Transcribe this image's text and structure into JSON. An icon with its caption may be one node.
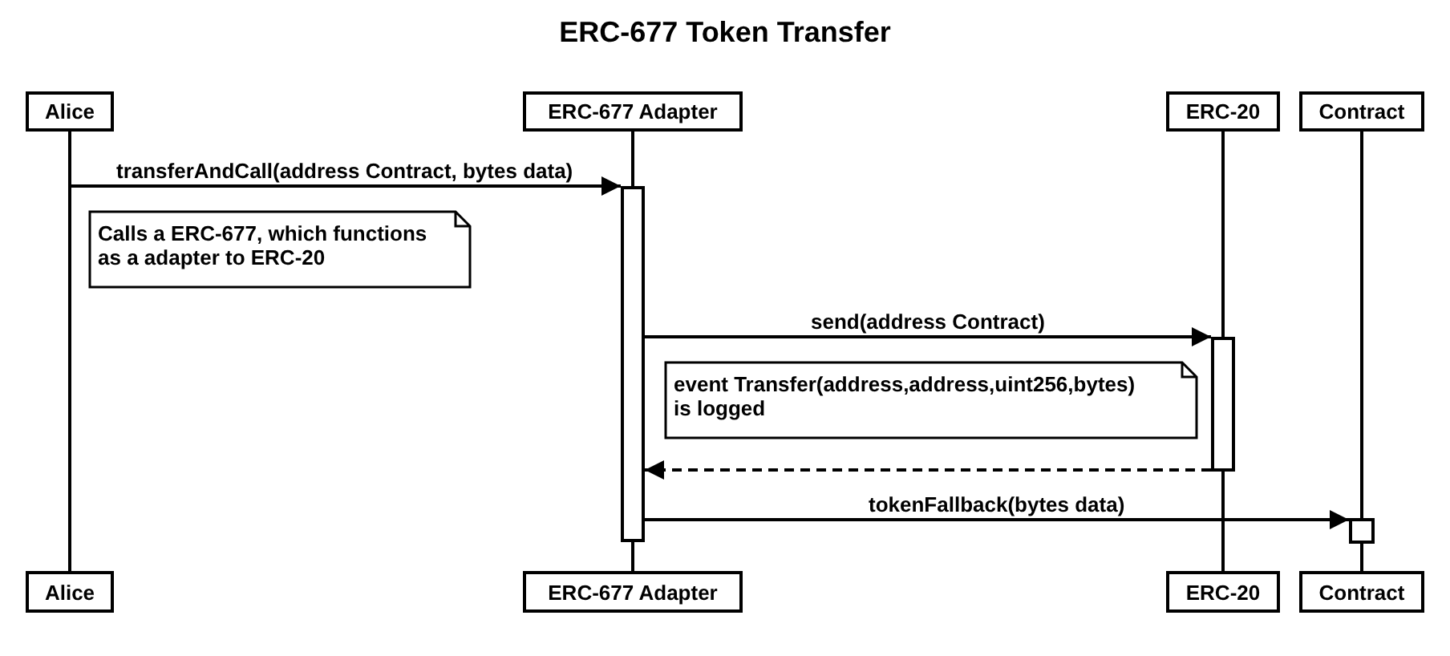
{
  "diagram": {
    "title": "ERC-677 Token Transfer",
    "nodes": [
      {
        "text": [
          "Alice"
        ]
      },
      {
        "text": [
          "ERC-677 Adapter"
        ]
      },
      {
        "text": [
          "ERC-20"
        ]
      },
      {
        "text": [
          "Contract"
        ]
      },
      {
        "text": [],
        "shape": "bar"
      },
      {
        "text": [
          "Calls a ERC-677, which functions as a adapter to ERC-20"
        ]
      },
      {
        "text": [],
        "shape": "bar"
      },
      {
        "text": [
          "event Transfer(address,address,uint256,bytes) is logged"
        ]
      },
      {
        "text": [],
        "shape": "bar"
      },
      {
        "text": [
          "Alice"
        ]
      },
      {
        "text": [
          "ERC-677 Adapter"
        ]
      },
      {
        "text": [
          "ERC-20"
        ]
      },
      {
        "text": [
          "Contract"
        ]
      }
    ],
    "edges": [
      {
        "from": null,
        "to": 4,
        "arrow": "to",
        "label": "transferAndCall(address Contract, bytes data)"
      },
      {
        "from": 4,
        "to": 6,
        "arrow": "to",
        "label": "send(address Contract)"
      },
      {
        "from": 6,
        "to": 4,
        "arrow": "to",
        "style": "dashed"
      },
      {
        "from": 4,
        "to": 8,
        "arrow": "to",
        "label": "tokenFallback(bytes data)"
      },
      {
        "from": 0,
        "to": 9,
        "arrow": "none"
      },
      {
        "from": 1,
        "to": 4,
        "arrow": "none"
      },
      {
        "from": 4,
        "to": 10,
        "arrow": "none"
      },
      {
        "from": 2,
        "to": 6,
        "arrow": "none"
      },
      {
        "from": 6,
        "to": 11,
        "arrow": "none"
      },
      {
        "from": 3,
        "to": 8,
        "arrow": "none"
      },
      {
        "from": 8,
        "to": 12,
        "arrow": "none"
      }
    ]
  }
}
